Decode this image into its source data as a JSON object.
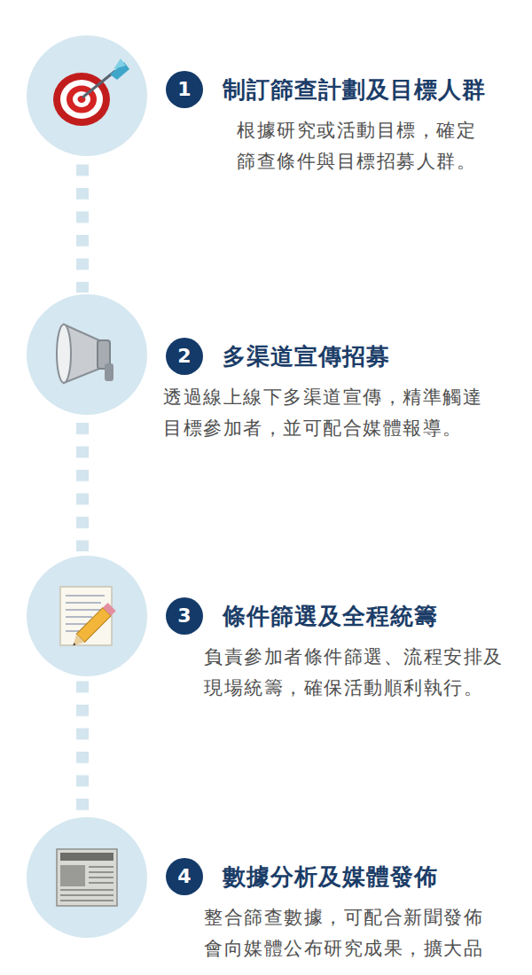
{
  "diagram": {
    "nodes": [
      {
        "text": [
          "1",
          "制訂篩查計劃及目標人群",
          "根據研究或活動目標，確定篩查條件與目標招募人群。"
        ]
      },
      {
        "text": [
          "2",
          "多渠道宣傳招募",
          "透過線上線下多渠道宣傳，精準觸達目標參加者，並可配合媒體報導。"
        ]
      },
      {
        "text": [
          "3",
          "條件篩選及全程統籌",
          "負責參加者條件篩選、流程安排及現場統籌，確保活動順利執行。"
        ]
      },
      {
        "text": [
          "4",
          "數據分析及媒體發佈",
          "整合篩查數據，可配合新聞發佈會向媒體公布研究成果，擴大品"
        ]
      }
    ]
  }
}
